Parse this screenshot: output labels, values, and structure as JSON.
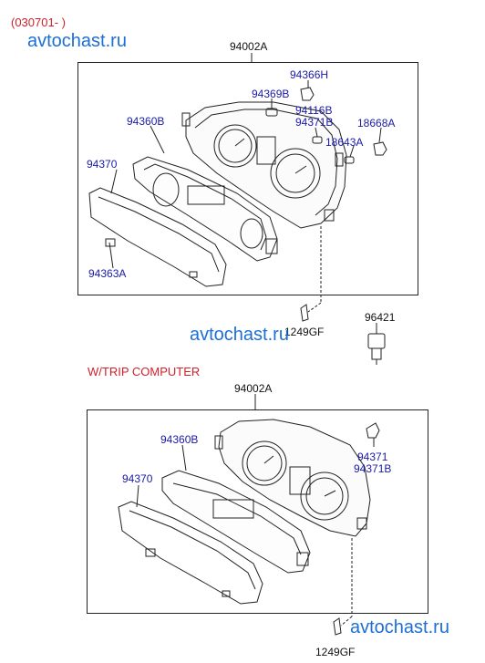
{
  "header": {
    "date_range": "(030701- )",
    "watermark_top": "avtochast.ru"
  },
  "top_section": {
    "assembly": "94002A",
    "parts": {
      "p94366H": "94366H",
      "p94369B": "94369B",
      "p94116B": "94116B",
      "p94371B": "94371B",
      "p18668A": "18668A",
      "p18643A": "18643A",
      "p94360B": "94360B",
      "p94370": "94370",
      "p94363A": "94363A"
    },
    "screw": "1249GF",
    "sensor": "96421",
    "watermark": "avtochast.ru"
  },
  "bottom_section": {
    "variant_title": "W/TRIP COMPUTER",
    "assembly": "94002A",
    "parts": {
      "p94360B": "94360B",
      "p94370": "94370",
      "p94371": "94371",
      "p94371B": "94371B"
    },
    "screw": "1249GF",
    "watermark": "avtochast.ru"
  },
  "colors": {
    "part_number": "#1a1aa6",
    "title_red": "#d0202a",
    "watermark": "#1d6fd6",
    "line": "#222222"
  }
}
